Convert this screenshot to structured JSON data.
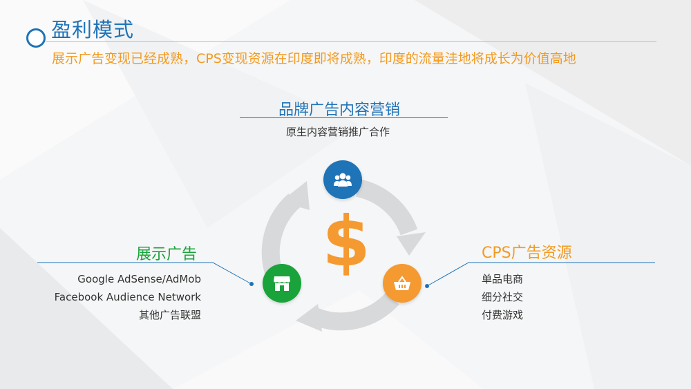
{
  "header": {
    "title": "盈利模式",
    "subtitle": "展示广告变现已经成熟，CPS变现资源在印度即将成熟，印度的流量洼地将成长为价值高地"
  },
  "brand": {
    "title": "品牌广告内容营销",
    "desc": "原生内容营销推广合作",
    "icon": "users-icon"
  },
  "display_ads": {
    "title": "展示广告",
    "items": [
      "Google AdSense/AdMob",
      "Facebook Audience Network",
      "其他广告联盟"
    ],
    "icon": "storefront-icon"
  },
  "cps": {
    "title": "CPS广告资源",
    "items": [
      "单品电商",
      "细分社交",
      "付费游戏"
    ],
    "icon": "shopping-basket-icon"
  },
  "center": {
    "symbol": "$"
  },
  "colors": {
    "blue": "#1f73b7",
    "orange": "#f39a1e",
    "green": "#1aa33a",
    "grey_arrow": "#d7d9db"
  }
}
